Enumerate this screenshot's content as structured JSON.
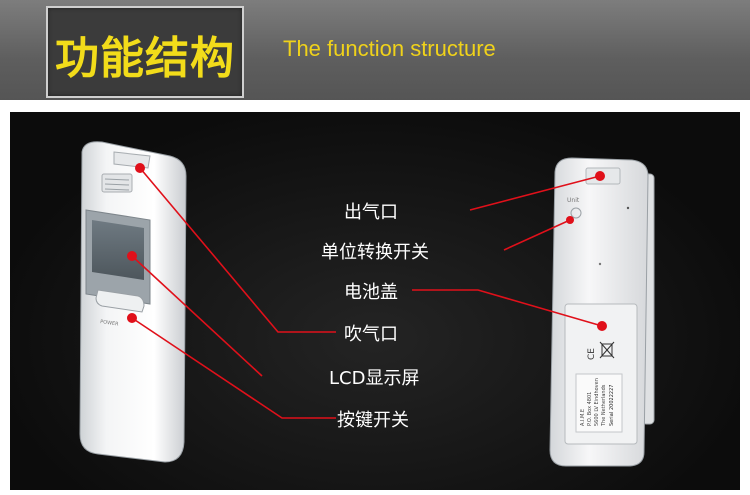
{
  "header": {
    "title_cn": "功能结构",
    "title_en": "The function structure"
  },
  "labels": {
    "outlet": "出气口",
    "unit_switch": "单位转换开关",
    "battery_cover": "电池盖",
    "mouthpiece": "吹气口",
    "lcd": "LCD显示屏",
    "power_button": "按键开关"
  },
  "device_front": {
    "button_text": "POWER"
  },
  "device_back": {
    "unit_text": "Unit",
    "label_brand": "A.I.M.E",
    "label_line1": "P.O. Box 4801",
    "label_line2": "5600 LV Eindhoven",
    "label_line3": "The Netherlands",
    "serial_prefix": "Serial",
    "serial": "20022227"
  },
  "colors": {
    "title_yellow": "#f2dc1a",
    "pointer_red": "#e0101a",
    "background_dark": "#141414"
  }
}
